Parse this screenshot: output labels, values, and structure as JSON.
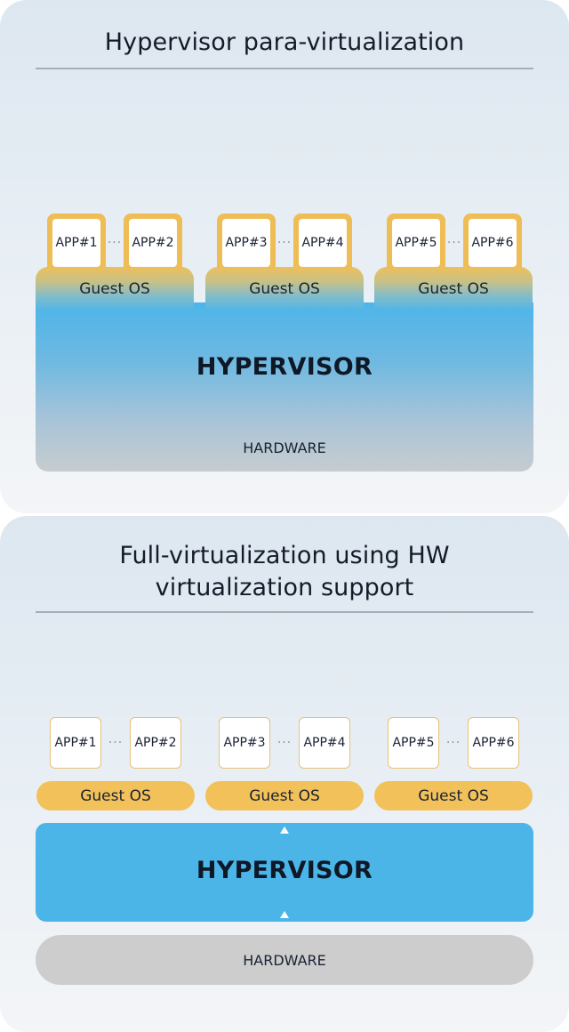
{
  "panel1": {
    "title": "Hypervisor para-virtualization",
    "guests": [
      {
        "label": "Guest OS",
        "apps": [
          "APP#1",
          "APP#2"
        ]
      },
      {
        "label": "Guest OS",
        "apps": [
          "APP#3",
          "APP#4"
        ]
      },
      {
        "label": "Guest OS",
        "apps": [
          "APP#5",
          "APP#6"
        ]
      }
    ],
    "hypervisor": "HYPERVISOR",
    "hardware": "HARDWARE"
  },
  "panel2": {
    "title_line1": "Full-virtualization using HW",
    "title_line2": "virtualization support",
    "guests": [
      {
        "label": "Guest OS",
        "apps": [
          "APP#1",
          "APP#2"
        ]
      },
      {
        "label": "Guest OS",
        "apps": [
          "APP#3",
          "APP#4"
        ]
      },
      {
        "label": "Guest OS",
        "apps": [
          "APP#5",
          "APP#6"
        ]
      }
    ],
    "hypervisor": "HYPERVISOR",
    "hardware": "HARDWARE"
  },
  "separator": "···",
  "colors": {
    "app_frame": "#efbd55",
    "guest_os": "#f2c15a",
    "hypervisor": "#4bb5e8",
    "hardware": "#cdcdcd"
  }
}
